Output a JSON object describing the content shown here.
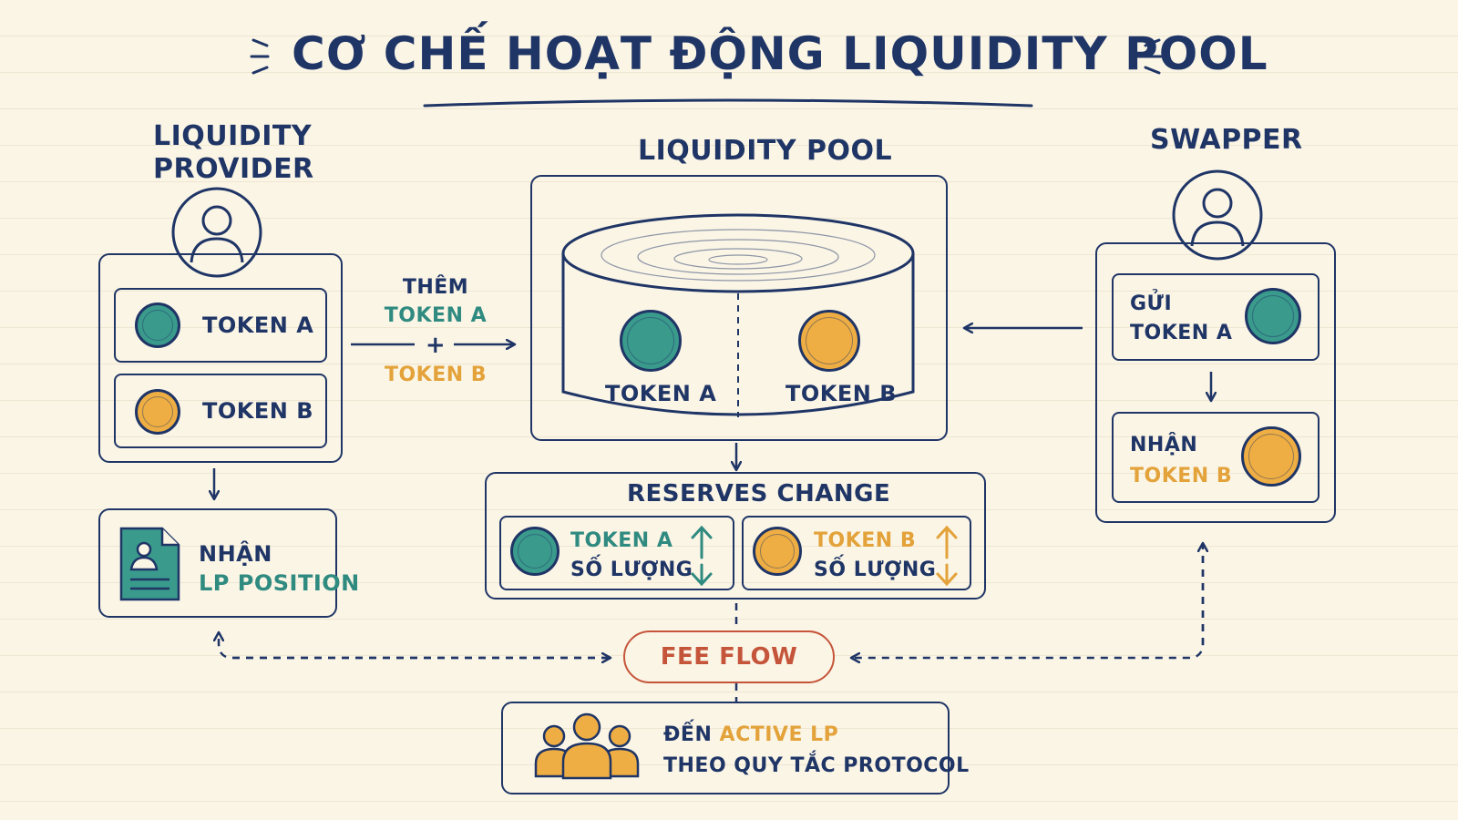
{
  "title": "CƠ CHẾ HOẠT ĐỘNG LIQUIDITY POOL",
  "provider": {
    "heading_line1": "LIQUIDITY",
    "heading_line2": "PROVIDER",
    "token_a": "TOKEN A",
    "token_b": "TOKEN B",
    "receive_line1": "NHẬN",
    "receive_line2": "LP POSITION"
  },
  "add_flow": {
    "label": "THÊM",
    "token_a": "TOKEN A",
    "plus": "+",
    "token_b": "TOKEN B"
  },
  "pool": {
    "heading": "LIQUIDITY POOL",
    "token_a": "TOKEN A",
    "token_b": "TOKEN B"
  },
  "reserves": {
    "heading": "RESERVES CHANGE",
    "token_a": "TOKEN A",
    "token_a_sub": "SỐ LƯỢNG",
    "token_b": "TOKEN B",
    "token_b_sub": "SỐ LƯỢNG"
  },
  "swapper": {
    "heading": "SWAPPER",
    "send_line1": "GỬI",
    "send_line2": "TOKEN A",
    "receive_line1": "NHẬN",
    "receive_line2": "TOKEN B"
  },
  "fee": {
    "label": "FEE FLOW",
    "dest_prefix": "ĐẾN",
    "dest_highlight": "ACTIVE LP",
    "dest_line2": "THEO QUY TẮC PROTOCOL"
  },
  "colors": {
    "ink": "#1f3566",
    "teal": "#2f8a80",
    "orange": "#e3a23a",
    "fee_red": "#c5553a",
    "background": "#fbf5e6"
  },
  "icons": [
    "user-icon",
    "document-icon",
    "group-icon",
    "arrow-icon"
  ]
}
